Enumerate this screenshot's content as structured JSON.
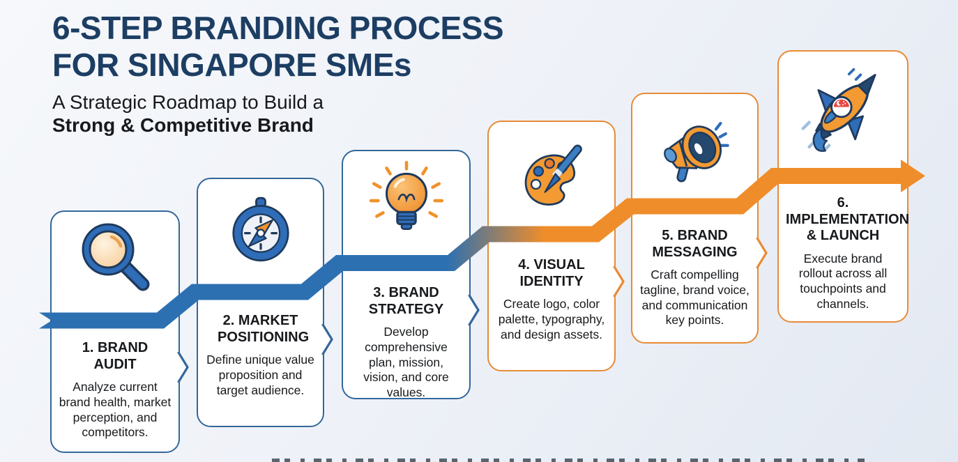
{
  "header": {
    "title_line1": "6-STEP BRANDING PROCESS",
    "title_line2": "FOR SINGAPORE SMEs",
    "subtitle_line1": "A Strategic Roadmap to Build a",
    "subtitle_line2": "Strong & Competitive Brand"
  },
  "steps": [
    {
      "heading": "1. BRAND AUDIT",
      "description": "Analyze current brand health, market perception, and competitors.",
      "icon": "magnifying-glass-icon",
      "accent": "#2C70B2"
    },
    {
      "heading": "2. MARKET POSITIONING",
      "description": "Define unique value proposition and target audience.",
      "icon": "compass-icon",
      "accent": "#2C70B2"
    },
    {
      "heading": "3. BRAND STRATEGY",
      "description": "Develop comprehensive plan, mission, vision, and core values.",
      "icon": "lightbulb-icon",
      "accent": "#2C70B2"
    },
    {
      "heading": "4. VISUAL IDENTITY",
      "description": "Create logo, color palette, typography, and design assets.",
      "icon": "palette-icon",
      "accent": "#EF8D2A"
    },
    {
      "heading": "5. BRAND MESSAGING",
      "description": "Craft compelling tagline, brand voice, and communication key points.",
      "icon": "megaphone-icon",
      "accent": "#EF8D2A"
    },
    {
      "heading": "6. IMPLEMENTATION & LAUNCH",
      "description": "Execute brand rollout across all touchpoints and channels.",
      "icon": "rocket-icon",
      "accent": "#EF8D2A"
    }
  ],
  "colors": {
    "arrow_blue": "#2C70B2",
    "arrow_orange": "#EF8D2A",
    "card_border_blue": "#33679A",
    "card_border_orange": "#E88B35",
    "title_navy": "#1D3E63",
    "body_text": "#17191C",
    "background": "#EEF1F7"
  }
}
